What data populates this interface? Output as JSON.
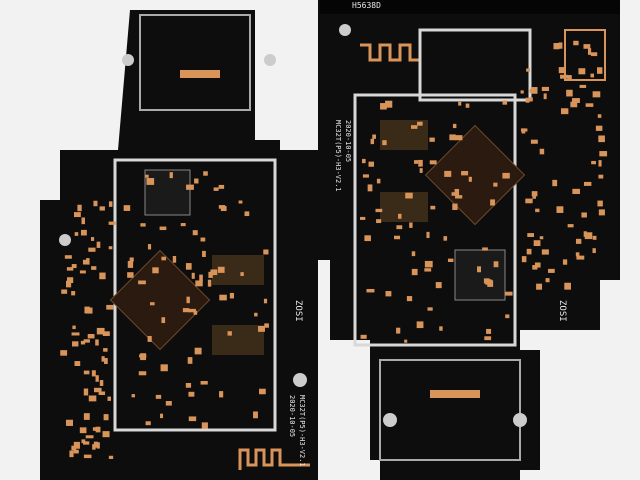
{
  "photo": {
    "board_code": "H5638D",
    "left_board": {
      "model": "MC32T(P5)-H3-V2.1",
      "date": "2020-10-05",
      "logo_text": "ZOSI"
    },
    "right_board": {
      "model": "MC32T(P5)-H3-V2.1",
      "date": "2020-10-05",
      "logo_text": "ZOSI"
    },
    "colors": {
      "board": "#0d0d0d",
      "copper": "#d9945a",
      "silkscreen": "#e8e8e8",
      "background": "#f2f2f2"
    }
  }
}
